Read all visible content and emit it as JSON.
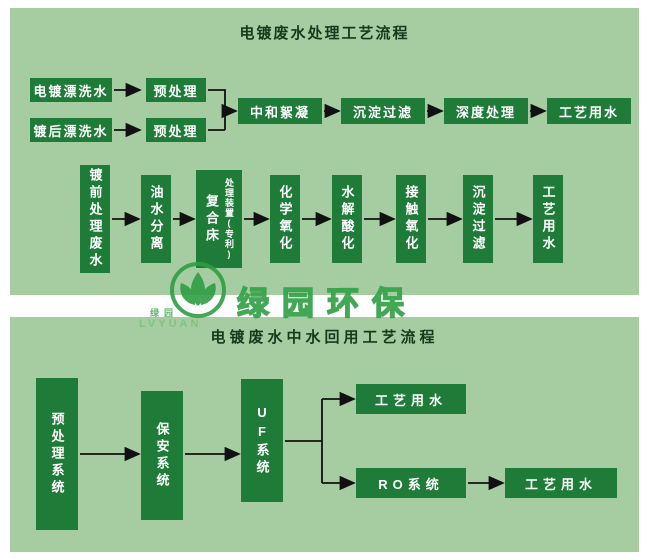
{
  "top": {
    "title": "电镀废水处理工艺流程",
    "row1": [
      "电镀漂洗水",
      "预处理",
      "镀后漂洗水",
      "预处理",
      "中和絮凝",
      "沉淀过滤",
      "深度处理",
      "工艺用水"
    ],
    "row2": [
      "镀前处理废水",
      "油水分离",
      "化学氧化",
      "水解酸化",
      "接触氧化",
      "沉淀过滤",
      "工艺用水"
    ],
    "row2_special": {
      "main": "复合床",
      "sub": "处理装置(专利)"
    }
  },
  "bottom": {
    "title": "电镀废水中水回用工艺流程",
    "boxes": [
      "预处理系统",
      "保安系统",
      "UF系统",
      "工艺用水",
      "RO系统",
      "工艺用水"
    ]
  },
  "watermark": {
    "brand": "绿园环保",
    "brand_small": "绿园",
    "latin": "LVYUAN"
  },
  "colors": {
    "panel_bg": "#a5cda1",
    "box_bg": "#1e7c38",
    "box_text": "#ffffff",
    "title_text": "#17381b",
    "arrow": "#111111",
    "watermark_green": "#2f9e44"
  }
}
